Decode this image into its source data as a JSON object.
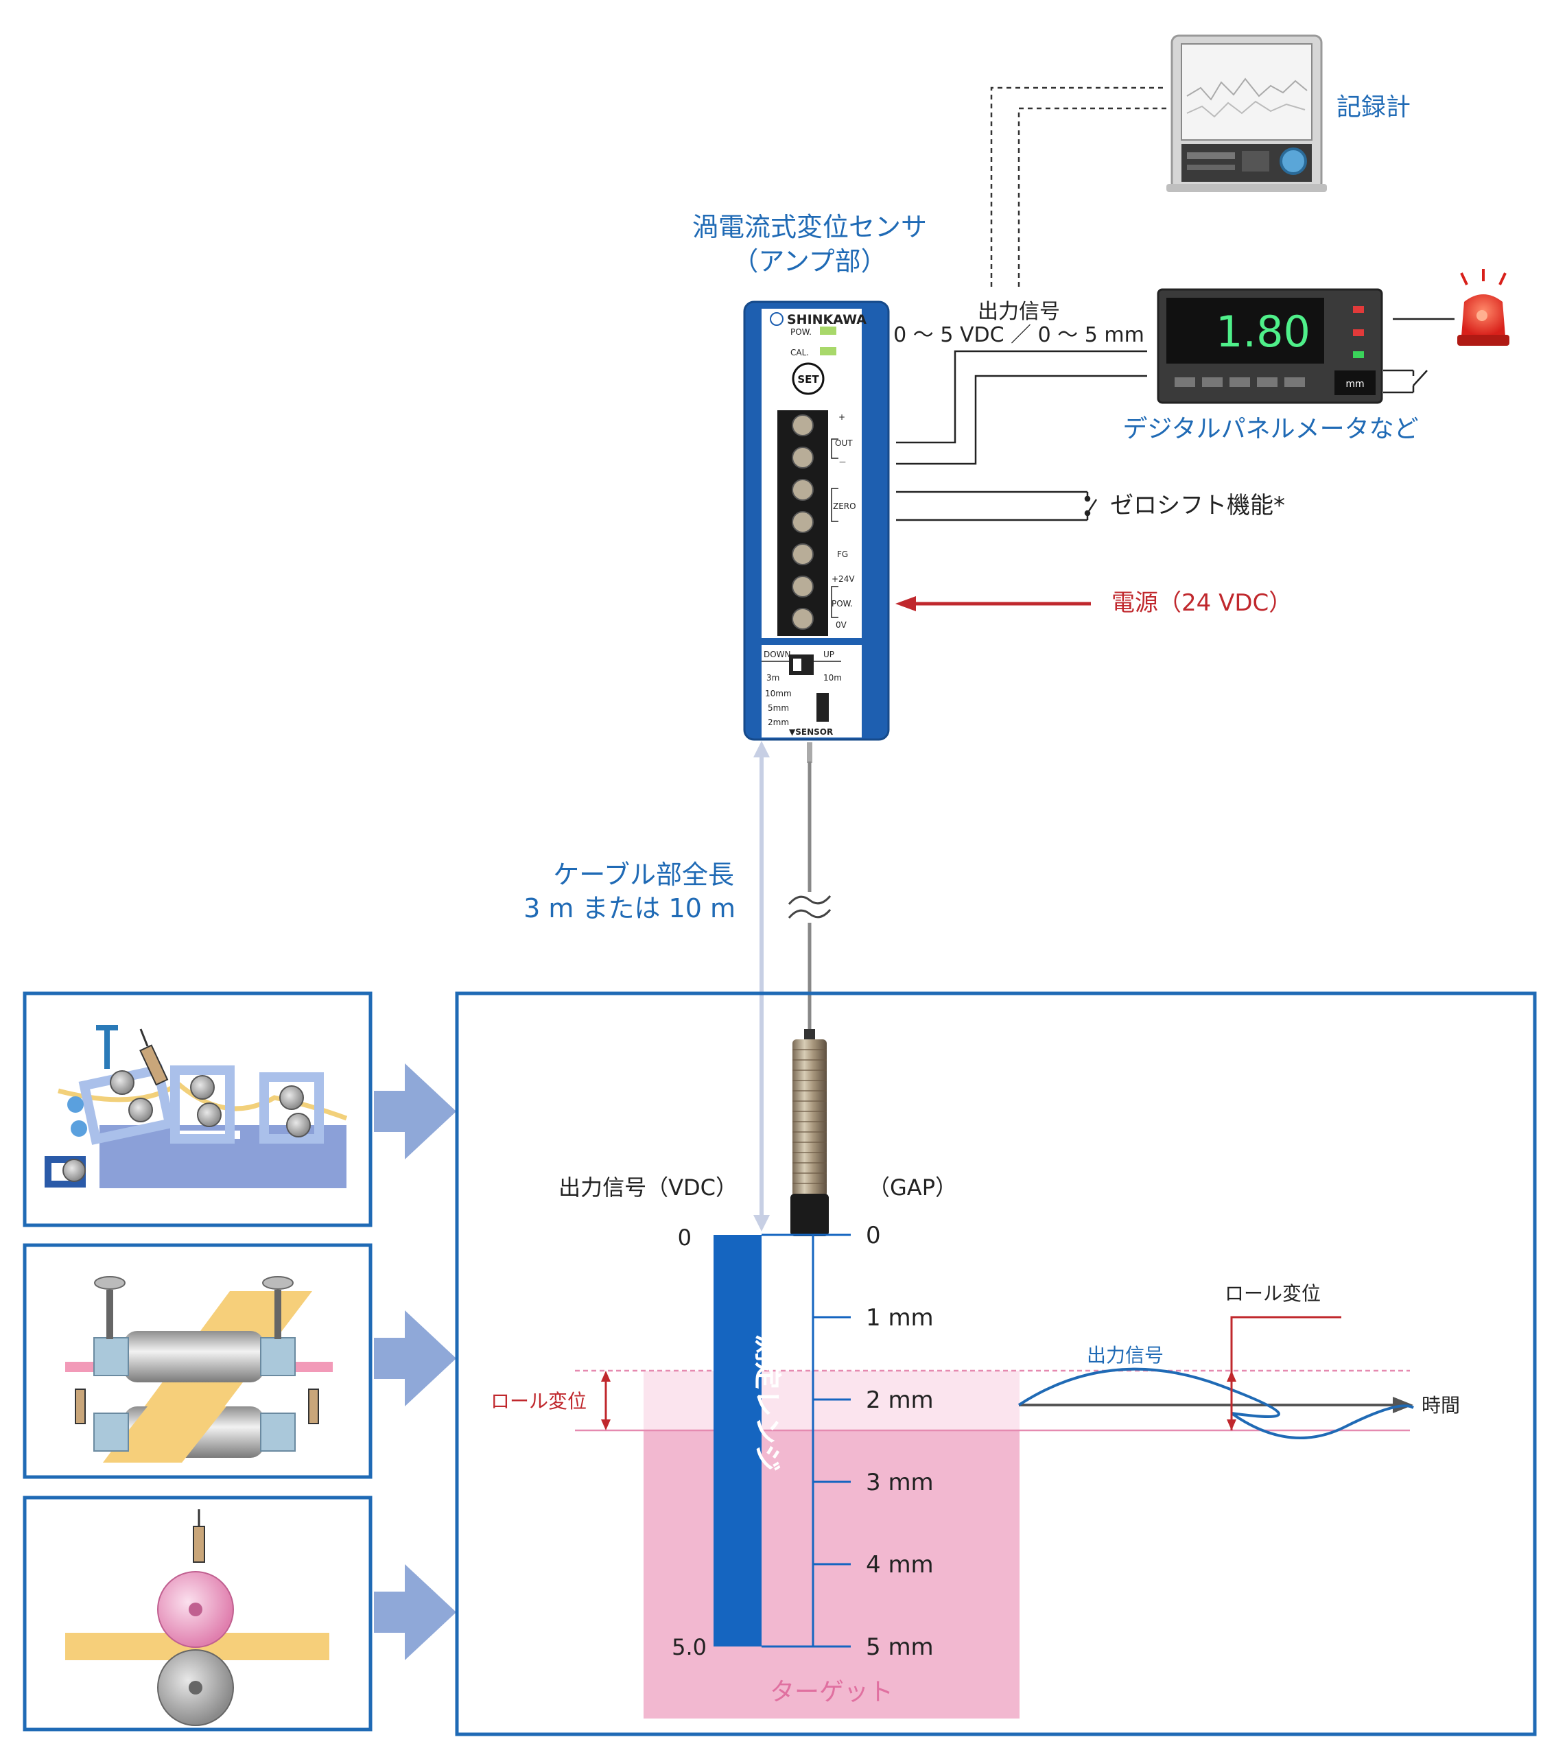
{
  "labels": {
    "recorder": "記録計",
    "sensor_title_line1": "渦電流式変位センサ",
    "sensor_title_line2": "（アンプ部）",
    "output_signal_line1": "出力信号",
    "output_signal_line2": "0 ～ 5 VDC ／ 0 ～ 5 mm",
    "panel_meter": "デジタルパネルメータなど",
    "zero_shift": "ゼロシフト機能*",
    "power": "電源（24 VDC）",
    "cable_line1": "ケーブル部全長",
    "cable_line2": "3 m または 10 m",
    "output_vdc": "出力信号（VDC）",
    "gap": "（GAP）",
    "range": "測定レンジ",
    "target": "ターゲット",
    "roll_disp_left": "ロール変位",
    "roll_disp_right": "ロール変位",
    "output_wave": "出力信号",
    "time": "時間",
    "vdc_zero": "0",
    "vdc_five": "5.0"
  },
  "amp": {
    "brand": "SHINKAWA",
    "pow": "POW.",
    "cal": "CAL.",
    "set": "SET",
    "plus": "+",
    "out": "OUT",
    "minus": "－",
    "zero": "ZERO",
    "fg": "FG",
    "plus24v": "+24V",
    "pow2": "POW.",
    "zero_v": "0V",
    "down": "DOWN",
    "up": "UP",
    "len3": "3m",
    "len10": "10m",
    "r10": "10mm",
    "r5": "5mm",
    "r2": "2mm",
    "sensor": "▼SENSOR"
  },
  "meter": {
    "display": "1.80",
    "unit": "mm"
  },
  "gap_ticks": [
    "0",
    "1 mm",
    "2 mm",
    "3 mm",
    "4 mm",
    "5 mm"
  ],
  "colors": {
    "blue": "#1f6ab5",
    "dark_blue": "#1565c0",
    "panel_border": "#1f6ab5",
    "arrow_fill": "#8fa8d8",
    "red": "#c0282d",
    "pink": "#f2b8d0",
    "light_pink": "#fbe4ee",
    "target_text": "#e070a0"
  },
  "icons": {
    "recorder": "chart-recorder-icon",
    "meter": "digital-panel-meter-icon",
    "lamp": "warning-lamp-icon",
    "probe": "eddy-current-probe-icon"
  }
}
